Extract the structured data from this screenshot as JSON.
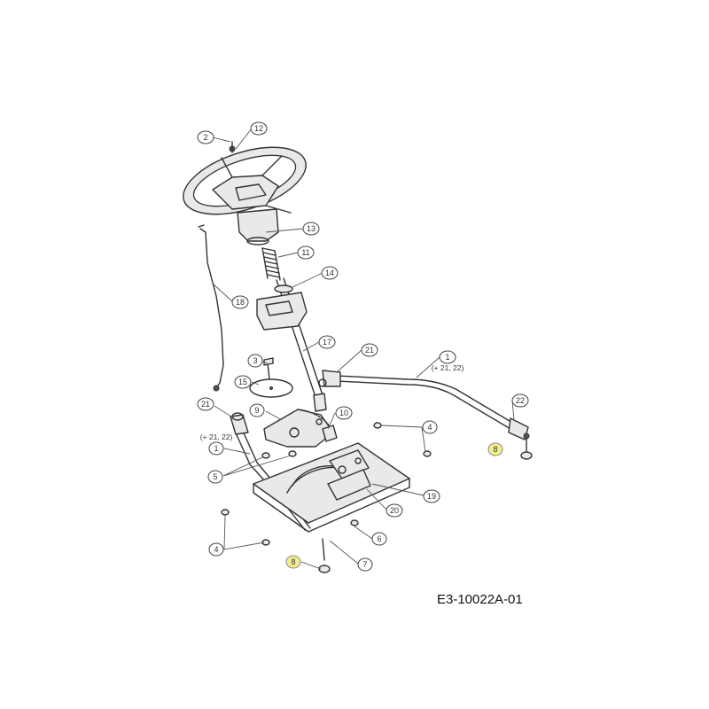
{
  "diagram_code": "E3-10022A-01",
  "callouts": {
    "c2": "2",
    "c12": "12",
    "c13": "13",
    "c11": "11",
    "c14": "14",
    "c18": "18",
    "c17": "17",
    "c21_top": "21",
    "c1_right": "1",
    "c3": "3",
    "c15": "15",
    "c21_left": "21",
    "c9": "9",
    "c10": "10",
    "c4_right": "4",
    "c22": "22",
    "c8_right": "8",
    "c1_left": "1",
    "c5": "5",
    "c19": "19",
    "c20": "20",
    "c6": "6",
    "c4_left": "4",
    "c7": "7",
    "c8_left": "8"
  },
  "notes": {
    "right": "(+ 21, 22)",
    "left": "(+ 21, 22)"
  },
  "colors": {
    "highlight": "#f3ec8e"
  }
}
